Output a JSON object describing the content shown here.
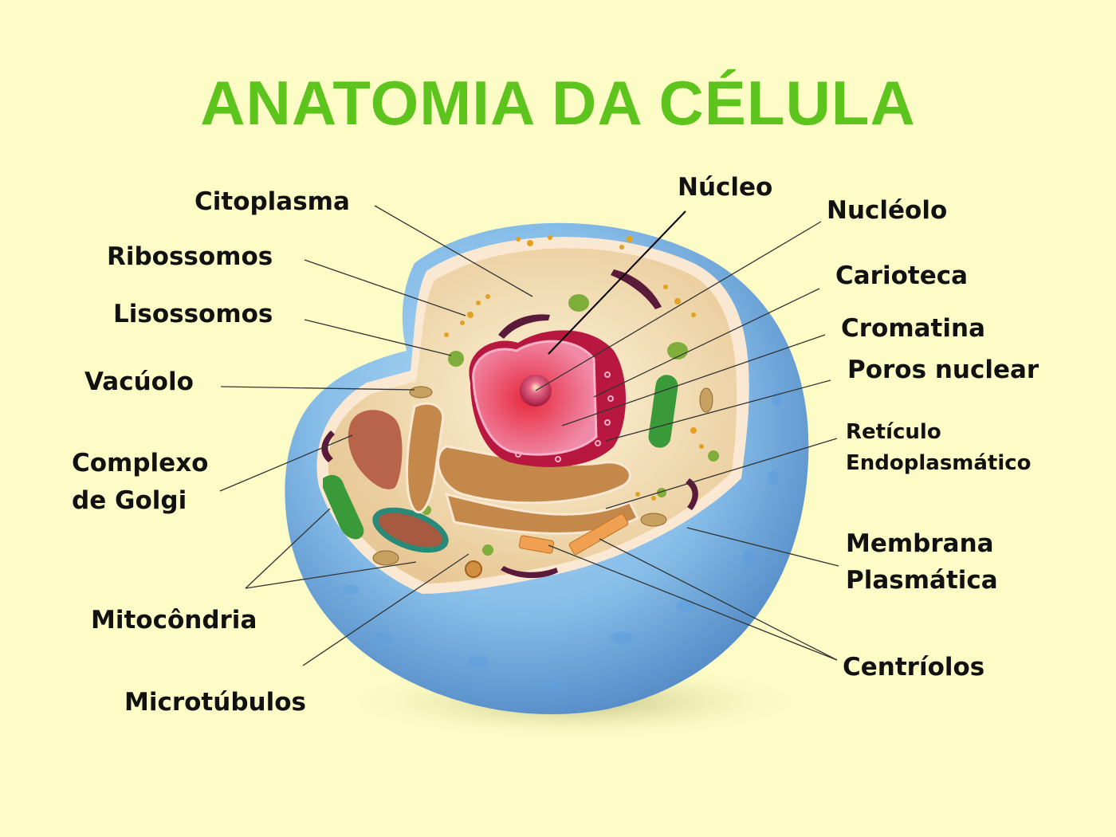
{
  "title": "ANATOMIA DA CÉLULA",
  "colors": {
    "background": "#fdfcc6",
    "title": "#5cc41c",
    "label": "#111111",
    "membrane": "#6fa6dc",
    "cytoplasm": "#f0dcae",
    "nucleus": "#c8204a",
    "mitochondria": "#3a9a3a",
    "golgi": "#c4884a",
    "er": "#c4884a",
    "leader_line": "#333333"
  },
  "labels": {
    "left": {
      "citoplasma": "Citoplasma",
      "ribossomos": "Ribossomos",
      "lisossomos": "Lisossomos",
      "vacuolo": "Vacúolo",
      "golgi_line1": "Complexo",
      "golgi_line2": "de Golgi",
      "mitocondria": "Mitocôndria",
      "microtubulos": "Microtúbulos"
    },
    "right": {
      "nucleo": "Núcleo",
      "nucleolo": "Nucléolo",
      "carioteca": "Carioteca",
      "cromatina": "Cromatina",
      "poros": "Poros nuclear",
      "reticulo_line1": "Retículo",
      "reticulo_line2": "Endoplasmático",
      "membrana_line1": "Membrana",
      "membrana_line2": "Plasmática",
      "centriolos": "Centríolos"
    }
  }
}
